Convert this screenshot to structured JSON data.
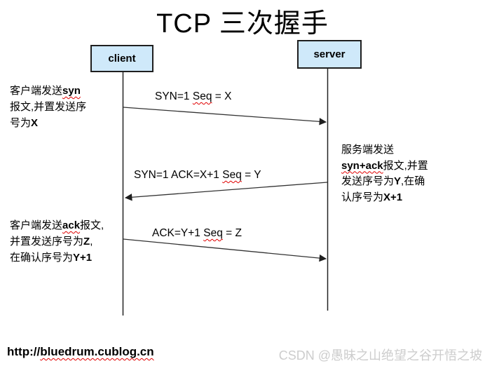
{
  "title": "TCP 三次握手",
  "nodes": {
    "client": "client",
    "server": "server"
  },
  "messages": [
    {
      "name": "syn",
      "label": [
        {
          "t": "SYN=1  "
        },
        {
          "t": "Seq",
          "w": true
        },
        {
          "t": " = X"
        }
      ]
    },
    {
      "name": "syn-ack",
      "label": [
        {
          "t": "SYN=1  ACK=X+1 "
        },
        {
          "t": "Seq",
          "w": true
        },
        {
          "t": " = Y"
        }
      ]
    },
    {
      "name": "ack",
      "label": [
        {
          "t": "ACK=Y+1 "
        },
        {
          "t": "Seq",
          "w": true
        },
        {
          "t": " = Z"
        }
      ]
    }
  ],
  "annotations": {
    "client_syn": {
      "lines": [
        [
          {
            "t": "客户端发送"
          },
          {
            "t": "syn",
            "b": true,
            "w": true
          }
        ],
        [
          {
            "t": "报文,并置发送序"
          }
        ],
        [
          {
            "t": "号为"
          },
          {
            "t": "X",
            "b": true
          }
        ]
      ]
    },
    "server_synack": {
      "lines": [
        [
          {
            "t": "服务端发送"
          }
        ],
        [
          {
            "t": "syn+ack",
            "b": true,
            "w": true
          },
          {
            "t": "报文,并置"
          }
        ],
        [
          {
            "t": "发送序号为"
          },
          {
            "t": "Y",
            "b": true
          },
          {
            "t": ",在确"
          }
        ],
        [
          {
            "t": "认序号为"
          },
          {
            "t": "X+1",
            "b": true
          }
        ]
      ]
    },
    "client_ack": {
      "lines": [
        [
          {
            "t": "客户端发送"
          },
          {
            "t": "ack",
            "b": true,
            "w": true
          },
          {
            "t": "报文,"
          }
        ],
        [
          {
            "t": "并置发送序号为"
          },
          {
            "t": "Z",
            "b": true
          },
          {
            "t": ","
          }
        ],
        [
          {
            "t": "在确认序号为"
          },
          {
            "t": "Y+1",
            "b": true
          }
        ]
      ]
    }
  },
  "footer": {
    "url": [
      {
        "t": "http://",
        "b": true
      },
      {
        "t": "bluedrum.cublog.cn",
        "b": true,
        "w": true
      }
    ],
    "watermark": "CSDN @愚昧之山绝望之谷开悟之坡"
  },
  "colors": {
    "box_fill": "#cfe9fa",
    "box_border": "#1f1f1f",
    "line": "#333333",
    "squiggle": "#e00000",
    "watermark": "#cdcdcd"
  }
}
